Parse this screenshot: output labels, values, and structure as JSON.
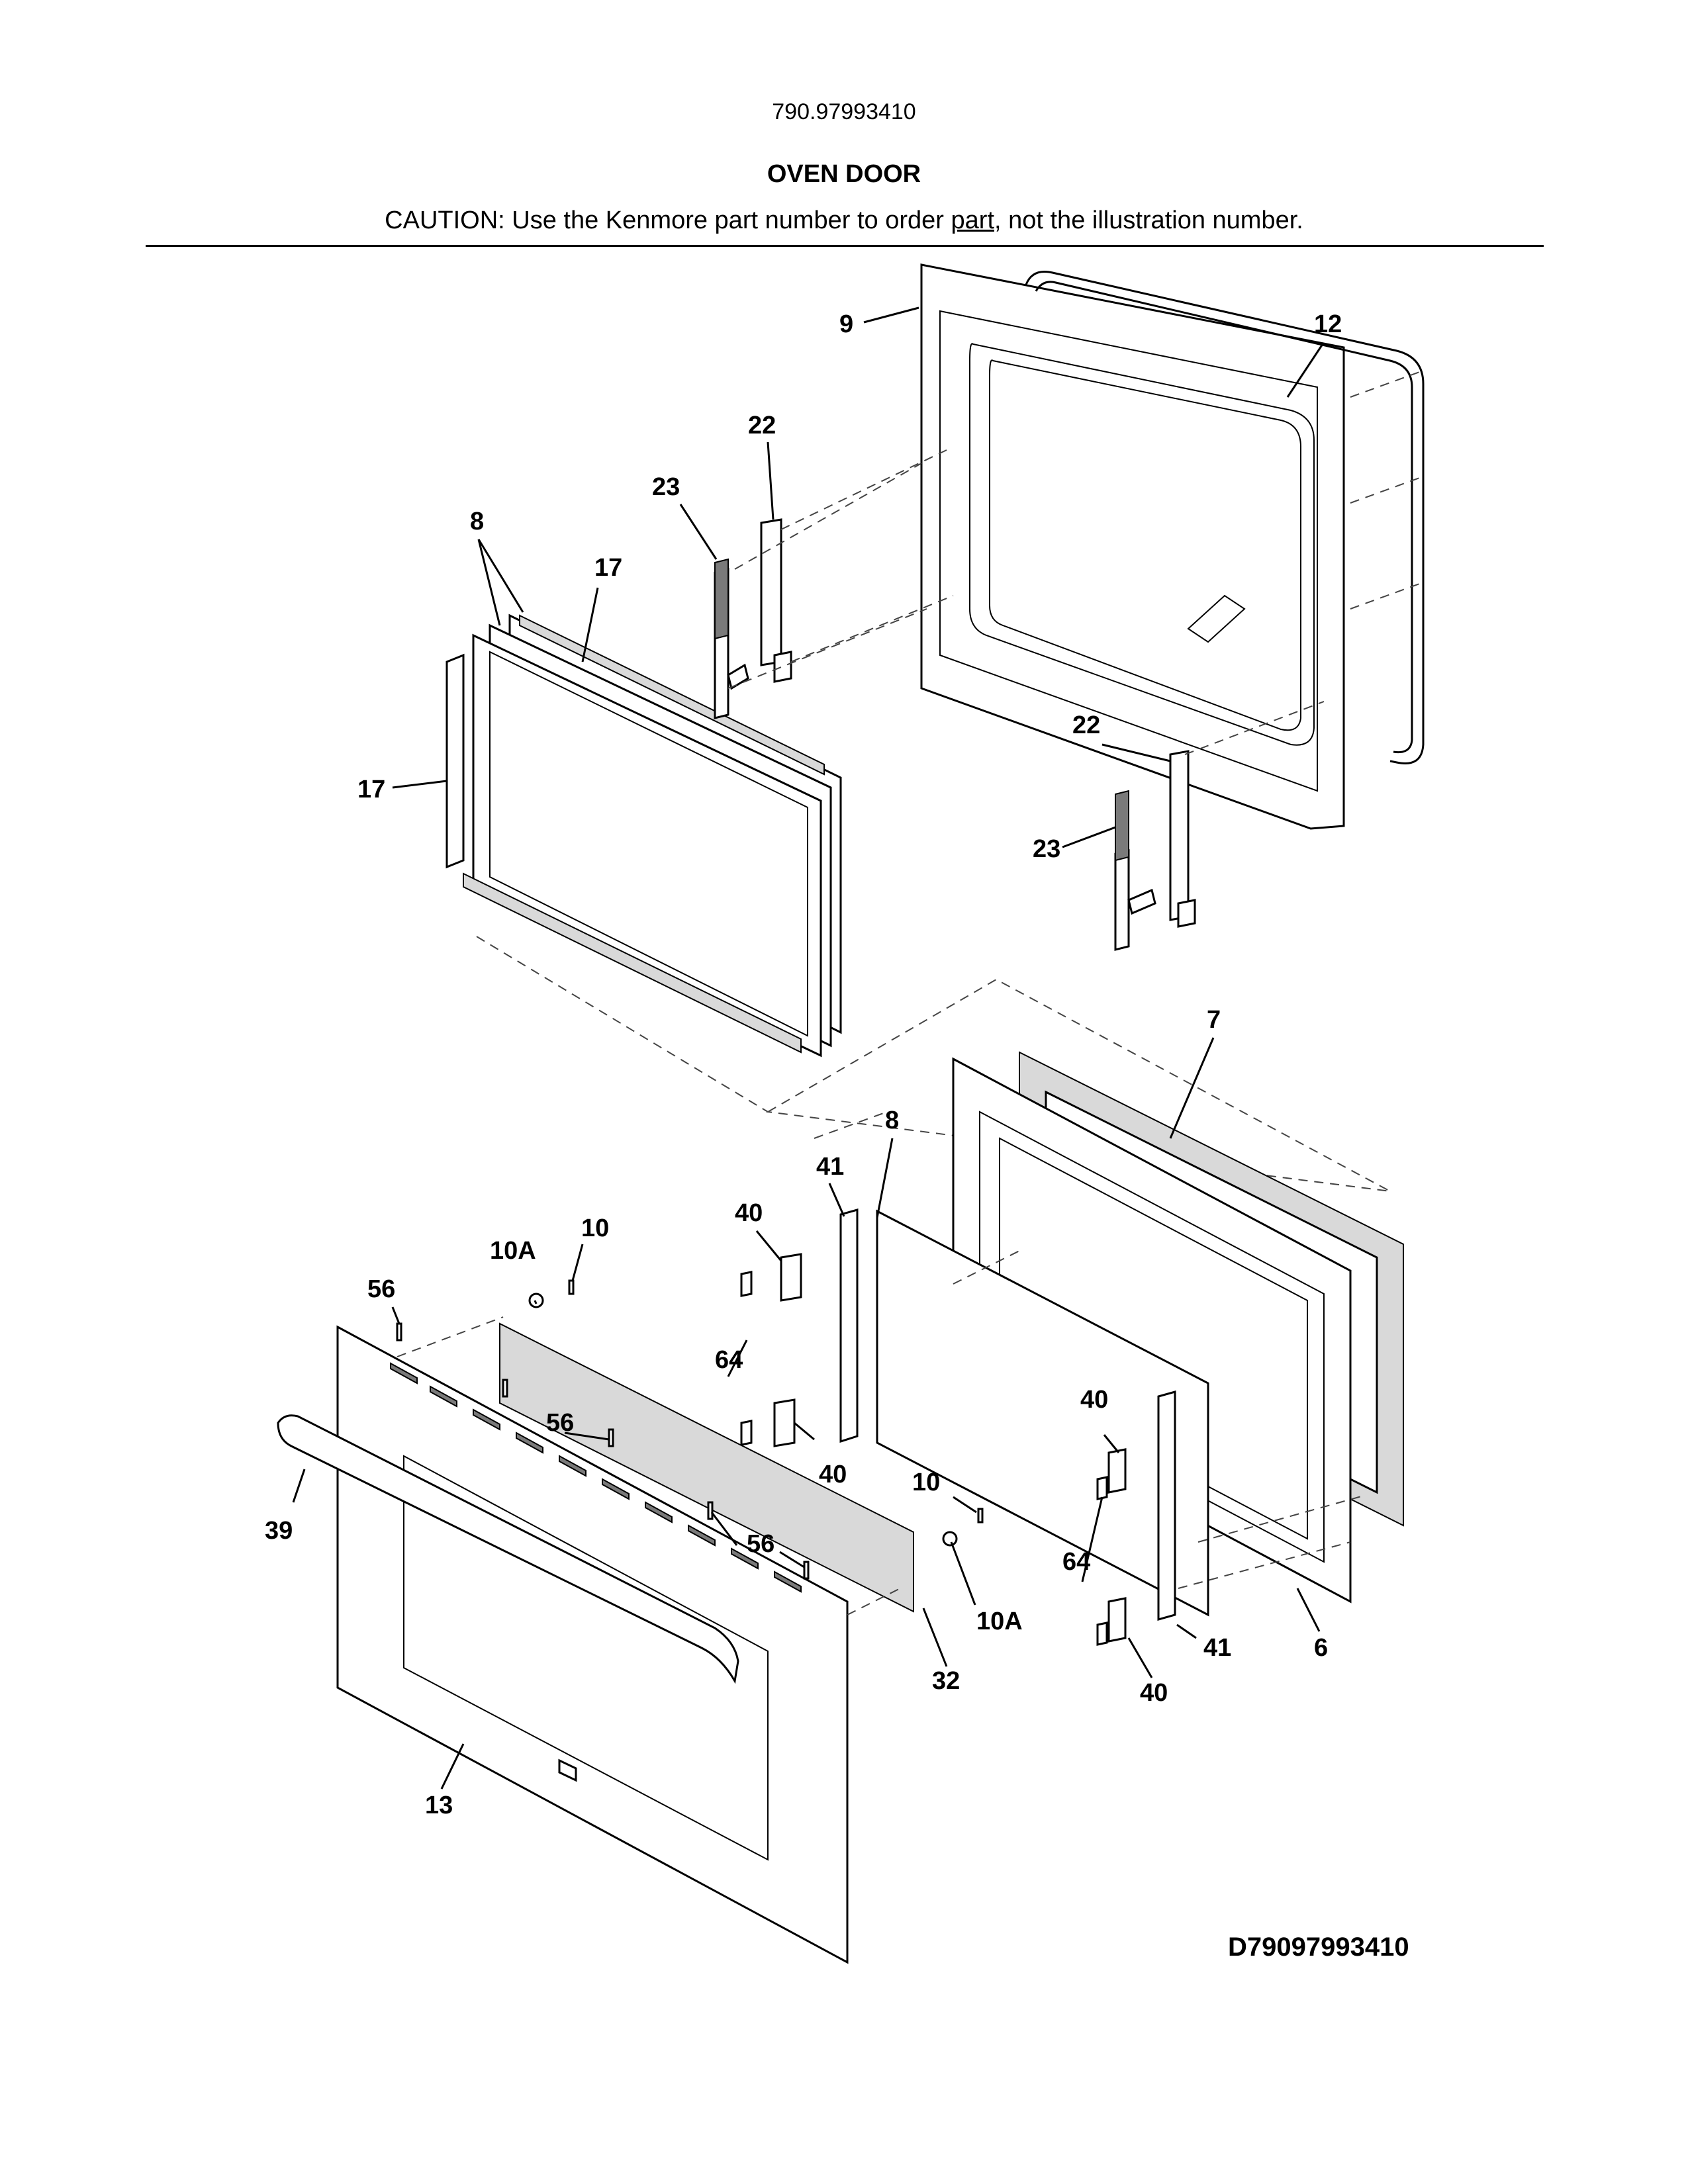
{
  "header": {
    "model_number": "790.97993410",
    "title": "OVEN DOOR",
    "caution_prefix": "CAUTION: Use the Kenmore part number to order ",
    "caution_part": "part",
    "caution_suffix": ", not the illustration number."
  },
  "drawing_id": "D79097993410",
  "callouts": {
    "c9": "9",
    "c12": "12",
    "c22a": "22",
    "c23a": "23",
    "c8a": "8",
    "c17a": "17",
    "c17b": "17",
    "c22b": "22",
    "c23b": "23",
    "c7": "7",
    "c8b": "8",
    "c41a": "41",
    "c40a": "40",
    "c10a1": "10A",
    "c10a": "10",
    "c56a": "56",
    "c64a": "64",
    "c56b": "56",
    "c40b": "40",
    "c10b": "10",
    "c40c": "40",
    "c39": "39",
    "c56c": "56",
    "c10a2": "10A",
    "c64b": "64",
    "c41b": "41",
    "c6": "6",
    "c32": "32",
    "c40d": "40",
    "c13": "13"
  }
}
